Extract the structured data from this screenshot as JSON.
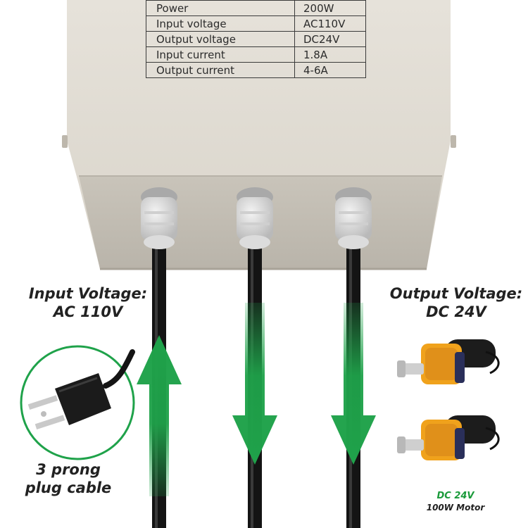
{
  "specs": {
    "rows": [
      {
        "label": "Power",
        "value": "200W"
      },
      {
        "label": "Input voltage",
        "value": "AC110V"
      },
      {
        "label": "Output voltage",
        "value": "DC24V"
      },
      {
        "label": "Input current",
        "value": "1.8A"
      },
      {
        "label": "Output current",
        "value": "4-6A"
      }
    ]
  },
  "input": {
    "line1": "Input Voltage:",
    "line2": "AC 110V"
  },
  "output": {
    "line1": "Output Voltage:",
    "line2": "DC 24V"
  },
  "plug": {
    "line1": "3 prong",
    "line2": "plug cable"
  },
  "motor": {
    "voltage": "DC 24V",
    "power": "100W Motor"
  },
  "colors": {
    "box": "#e3ded5",
    "arrow": "#1fa24a",
    "cable": "#141414",
    "motor": "#f0a21c"
  }
}
